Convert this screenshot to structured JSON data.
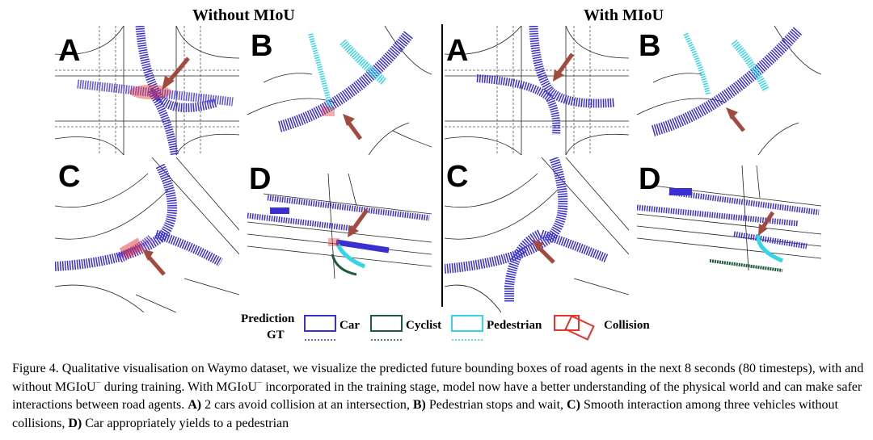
{
  "headings": {
    "left": "Without MIoU",
    "right": "With MIoU"
  },
  "panel_labels": [
    "A",
    "B",
    "C",
    "D"
  ],
  "legend": {
    "prediction": "Prediction",
    "gt": "GT",
    "car": "Car",
    "cyclist": "Cyclist",
    "pedestrian": "Pedestrian",
    "collision": "Collision"
  },
  "colors": {
    "car": "#3a2fd0",
    "cyclist": "#1f5b3a",
    "pedestrian": "#33d6e6",
    "collision": "#e0362f",
    "arrow": "#a34a3f"
  },
  "caption": {
    "lead": "Figure 4. Qualitative visualisation on Waymo dataset, we visualize the predicted future bounding boxes of road agents in the next 8 seconds (80 timesteps), with and without MGIoU",
    "sup1": "−",
    "mid1": " during training. With MGIoU",
    "sup2": "−",
    "mid2": " incorporated in the training stage, model now have a better understanding of the physical world and can make safer interactions between road agents. ",
    "a_key": "A)",
    "a_text": " 2 cars avoid collision at an intersection, ",
    "b_key": "B)",
    "b_text": " Pedestrian stops and wait, ",
    "c_key": "C)",
    "c_text": " Smooth interaction among three vehicles without collisions, ",
    "d_key": "D)",
    "d_text": " Car appropriately yields to a pedestrian"
  }
}
